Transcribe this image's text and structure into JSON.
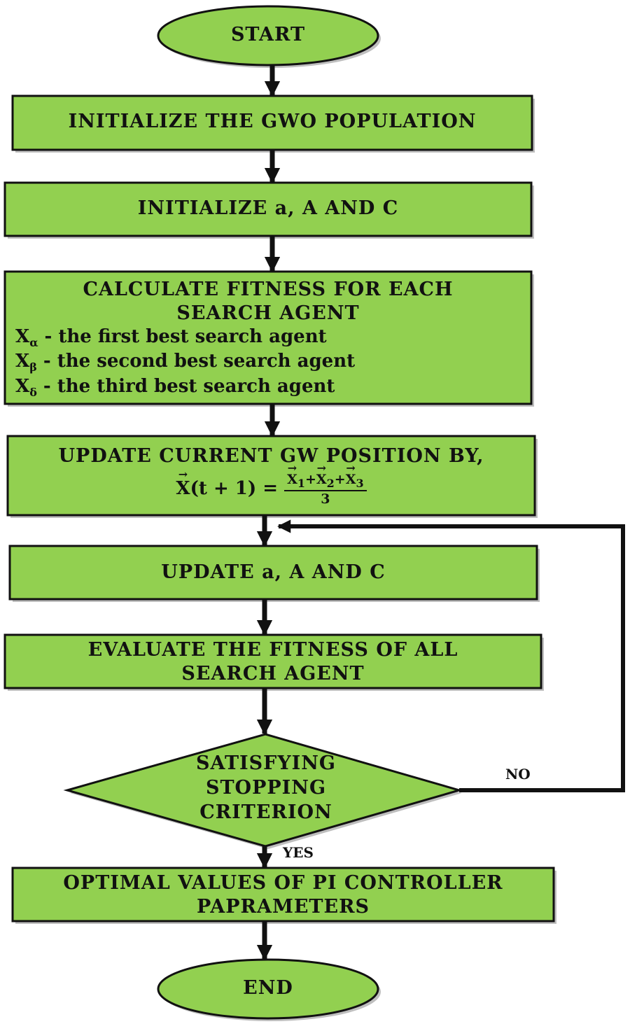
{
  "colors": {
    "fill": "#92D050",
    "stroke": "#111111",
    "shadow": "#8a8a8a"
  },
  "nodes": {
    "start": "START",
    "init_population": "INITIALIZE  THE GWO POPULATION",
    "init_params": "INITIALIZE  a, A AND C",
    "calc_fitness": {
      "line1": "CALCULATE  FITNESS  FOR EACH",
      "line2": "SEARCH AGENT",
      "alpha": {
        "sym": "X",
        "sub": "α",
        "text": " - the first best search agent"
      },
      "beta": {
        "sym": "X",
        "sub": "β",
        "text": " - the second best search agent"
      },
      "delta": {
        "sym": "X",
        "sub": "δ",
        "text": " - the third best search agent"
      }
    },
    "update_position": {
      "line1": "UPDATE  CURRENT  GW  POSITION  BY,",
      "lhs_var": "X",
      "lhs_rest": "(t + 1) =",
      "numerator": "X1 + X2 + X3",
      "n1": "X",
      "s1": "1",
      "n2": "X",
      "s2": "2",
      "n3": "X",
      "s3": "3",
      "plus": "+",
      "denominator": "3"
    },
    "update_params": "UPDATE  a, A AND C",
    "evaluate": {
      "line1": "EVALUATE  THE  FITNESS  OF ALL",
      "line2": "SEARCH AGENT"
    },
    "decision": {
      "line1": "SATISFYING",
      "line2": "STOPPING",
      "line3": "CRITERION"
    },
    "optimal": {
      "line1": "OPTIMAL VALUES OF PI CONTROLLER",
      "line2": "PAPRAMETERS"
    },
    "end": "END"
  },
  "edges": {
    "no_label": "NO",
    "yes_label": "YES"
  }
}
